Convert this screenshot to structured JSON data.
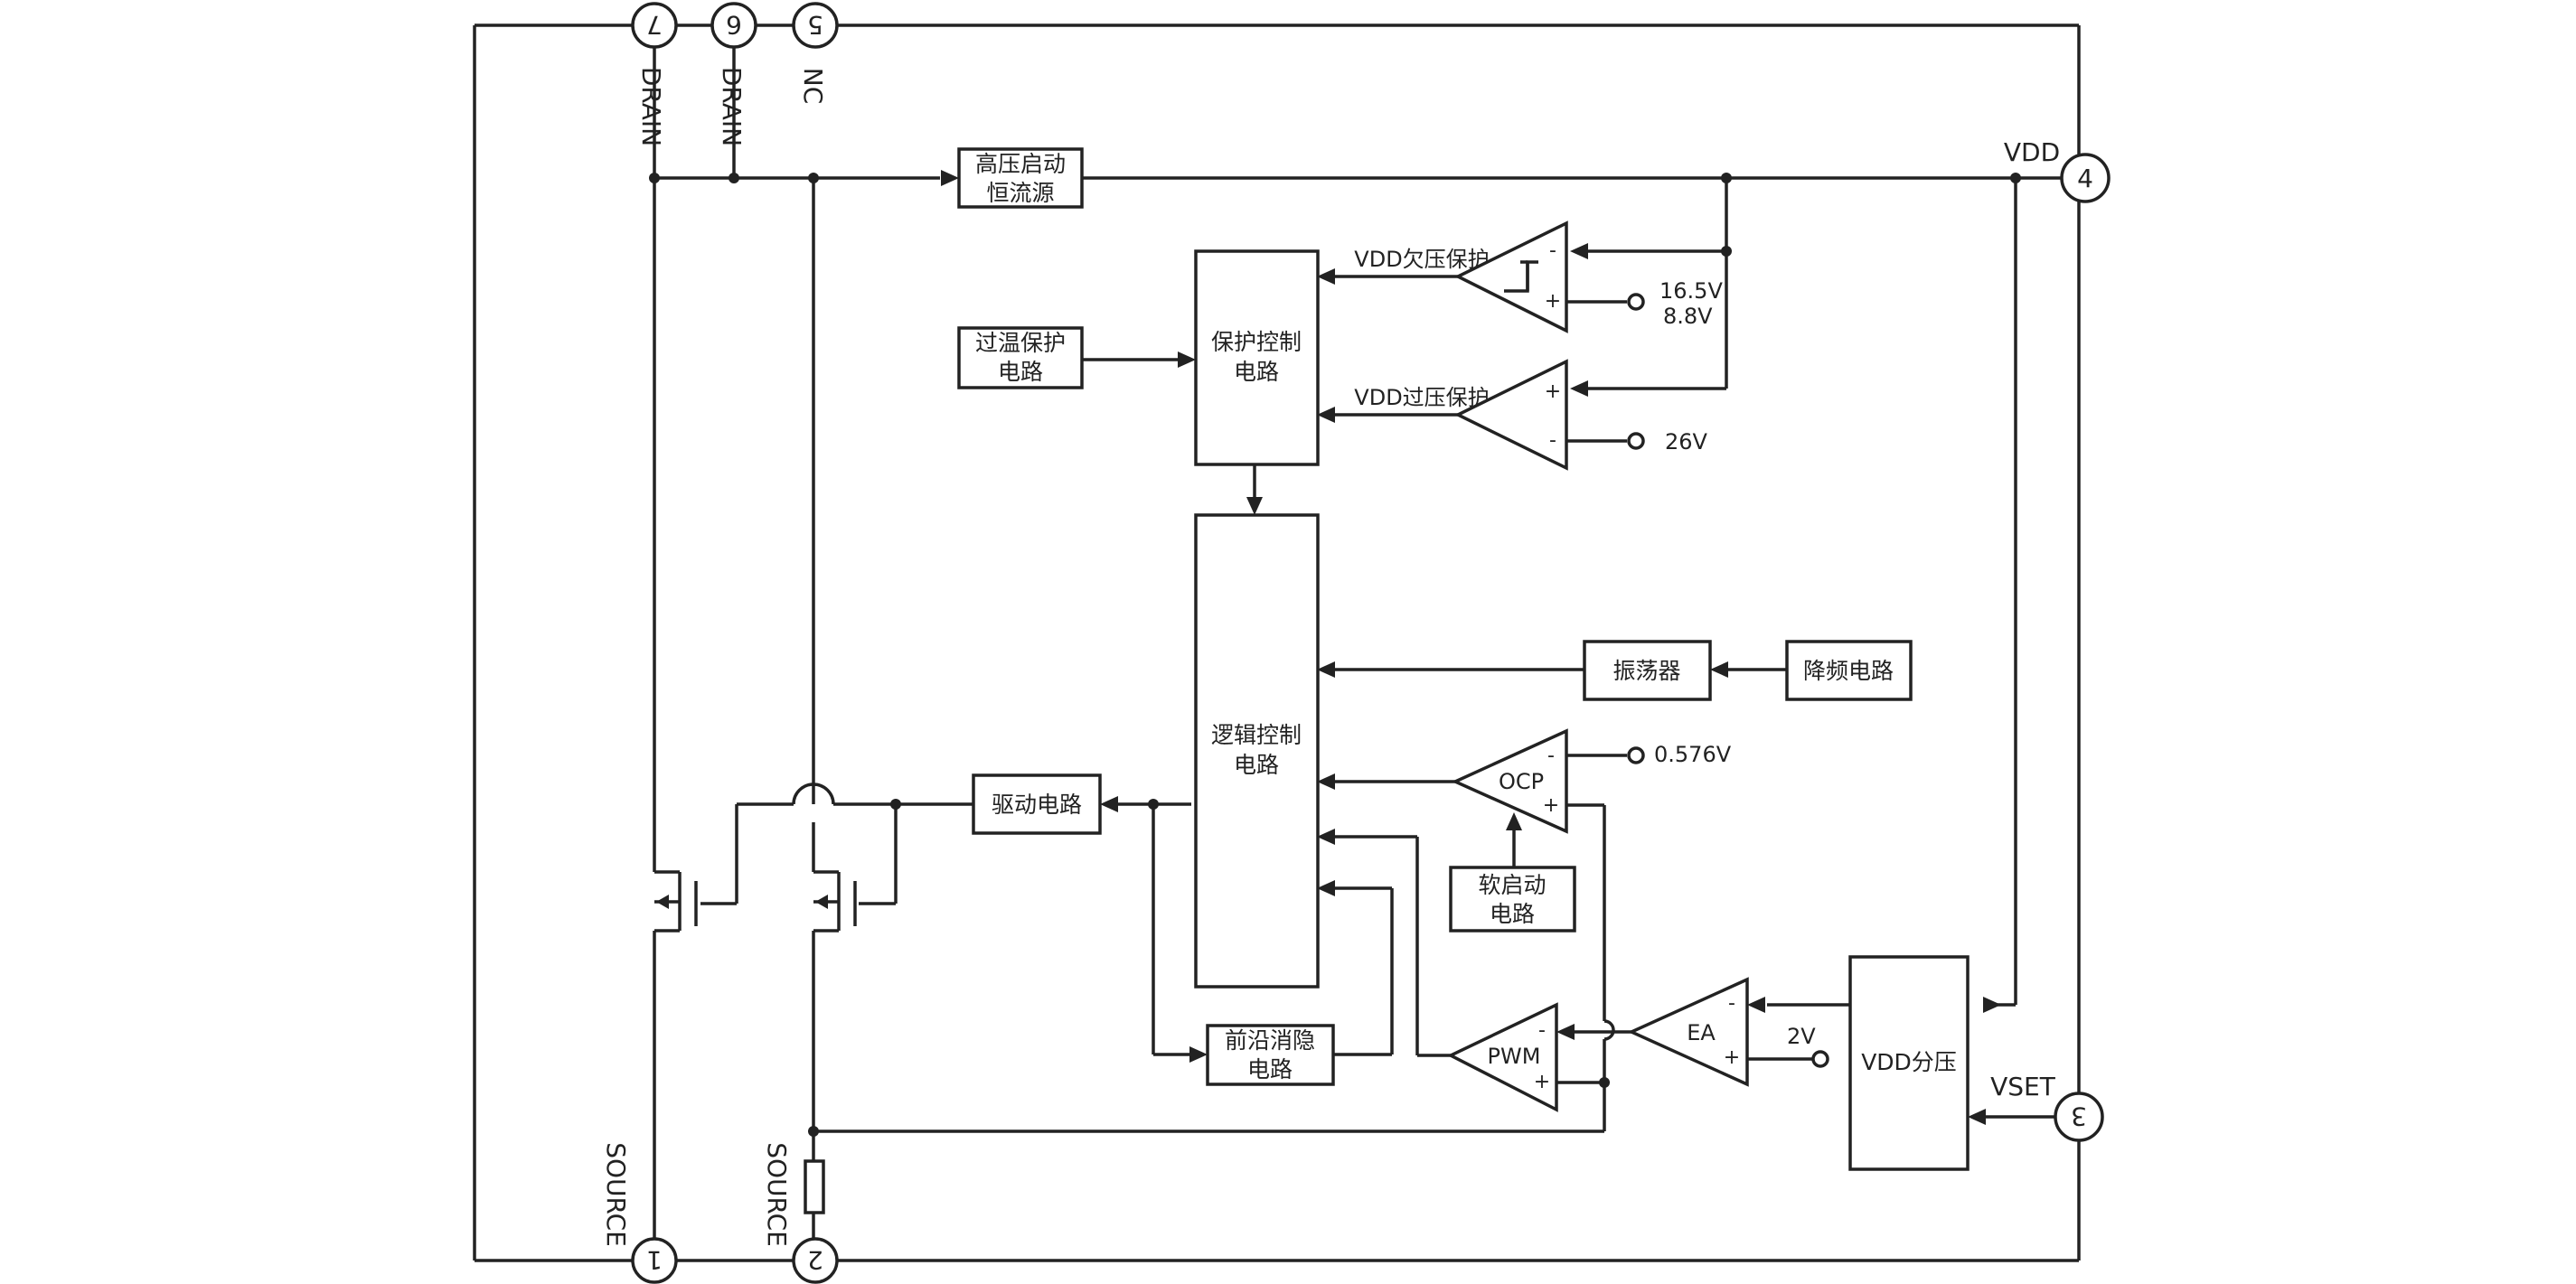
{
  "pins": {
    "p1": {
      "num": "1",
      "name": "SOURCE"
    },
    "p2": {
      "num": "2",
      "name": "SOURCE"
    },
    "p3": {
      "num": "3",
      "name": "VSET"
    },
    "p4": {
      "num": "4",
      "name": "VDD"
    },
    "p5": {
      "num": "5",
      "name": "NC"
    },
    "p6": {
      "num": "6",
      "name": "DRAIN"
    },
    "p7": {
      "num": "7",
      "name": "DRAIN"
    }
  },
  "blocks": {
    "hv_source": [
      "高压启动",
      "恒流源"
    ],
    "protect_ctrl": [
      "保护控制",
      "电路"
    ],
    "over_temp": [
      "过温保护",
      "电路"
    ],
    "logic_ctrl": [
      "逻辑控制",
      "电路"
    ],
    "oscillator": "振荡器",
    "freq_reduce": "降频电路",
    "driver": "驱动电路",
    "soft_start": [
      "软启动",
      "电路"
    ],
    "leb": [
      "前沿消隐",
      "电路"
    ],
    "vdd_divider": "VDD分压"
  },
  "signals": {
    "uvlo": "VDD欠压保护",
    "ovp": "VDD过压保护",
    "uvlo_th_hi": "16.5V",
    "uvlo_th_lo": "8.8V",
    "ovp_ref": "26V",
    "ocp_ref": "0.576V",
    "ea_ref": "2V"
  },
  "comparators": {
    "ocp": "OCP",
    "pwm": "PWM",
    "ea": "EA",
    "plus": "+",
    "minus": "-"
  }
}
